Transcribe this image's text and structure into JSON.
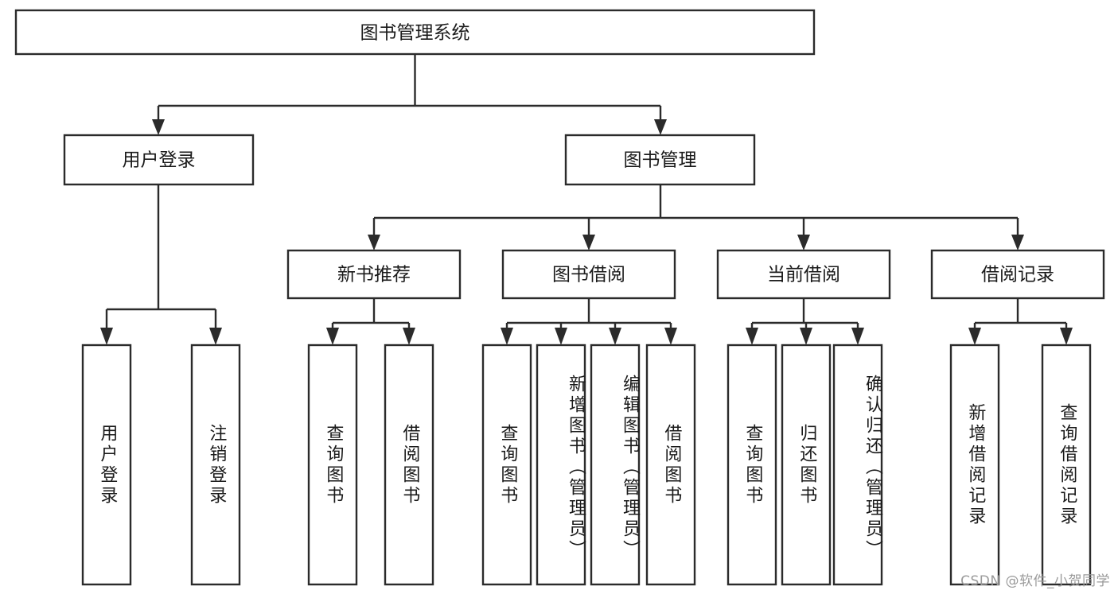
{
  "diagram": {
    "type": "tree-hierarchy",
    "title": "图书管理系统",
    "orientation": "top-down",
    "watermark": "CSDN @软件_小贺同学",
    "colors": {
      "box_fill": "#ffffff",
      "box_stroke": "#2b2b2b",
      "text": "#1a1a1a",
      "watermark": "#9a9a9a",
      "background": "#ffffff"
    },
    "root": {
      "label": "图书管理系统",
      "level": 1
    },
    "level2": [
      {
        "label": "用户登录"
      },
      {
        "label": "图书管理"
      }
    ],
    "level3": [
      {
        "label": "新书推荐"
      },
      {
        "label": "图书借阅"
      },
      {
        "label": "当前借阅"
      },
      {
        "label": "借阅记录"
      }
    ],
    "leaves": {
      "user_login": [
        {
          "label": "用户登录"
        },
        {
          "label": "注销登录"
        }
      ],
      "new_book_recommend": [
        {
          "label": "查询图书"
        },
        {
          "label": "借阅图书"
        }
      ],
      "book_borrow": [
        {
          "label": "查询图书"
        },
        {
          "label": "新增图书（管理员）"
        },
        {
          "label": "编辑图书（管理员）"
        },
        {
          "label": "借阅图书"
        }
      ],
      "current_borrow": [
        {
          "label": "查询图书"
        },
        {
          "label": "归还图书"
        },
        {
          "label": "确认归还（管理员）"
        }
      ],
      "borrow_record": [
        {
          "label": "新增借阅记录"
        },
        {
          "label": "查询借阅记录"
        }
      ]
    }
  }
}
